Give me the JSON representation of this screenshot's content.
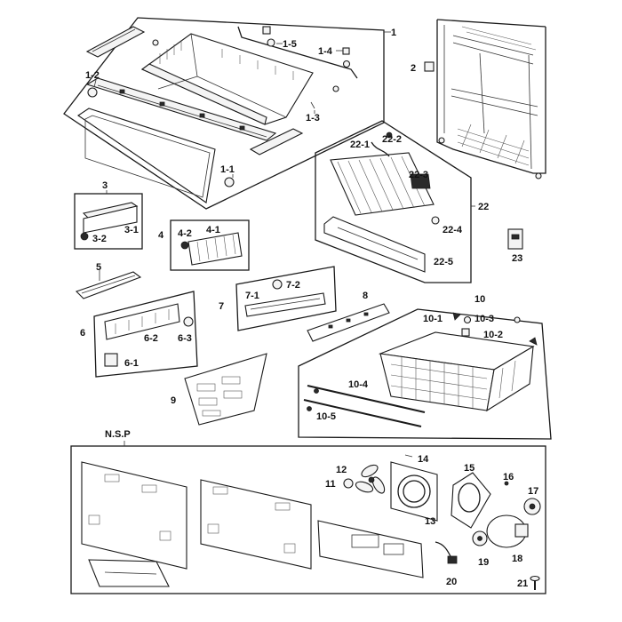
{
  "nsp_label": "N.S.P",
  "parts": {
    "p1": "1",
    "p1_1": "1-1",
    "p1_2": "1-2",
    "p1_3": "1-3",
    "p1_4": "1-4",
    "p1_5": "1-5",
    "p2": "2",
    "p3": "3",
    "p3_1": "3-1",
    "p3_2": "3-2",
    "p4": "4",
    "p4_1": "4-1",
    "p4_2": "4-2",
    "p5": "5",
    "p6": "6",
    "p6_1": "6-1",
    "p6_2": "6-2",
    "p6_3": "6-3",
    "p7": "7",
    "p7_1": "7-1",
    "p7_2": "7-2",
    "p8": "8",
    "p9": "9",
    "p10": "10",
    "p10_1": "10-1",
    "p10_2": "10-2",
    "p10_3": "10-3",
    "p10_4": "10-4",
    "p10_5": "10-5",
    "p11": "11",
    "p12": "12",
    "p13": "13",
    "p14": "14",
    "p15": "15",
    "p16": "16",
    "p17": "17",
    "p18": "18",
    "p19": "19",
    "p20": "20",
    "p21": "21",
    "p22": "22",
    "p22_1": "22-1",
    "p22_2": "22-2",
    "p22_3": "22-3",
    "p22_4": "22-4",
    "p22_5": "22-5",
    "p23": "23"
  }
}
